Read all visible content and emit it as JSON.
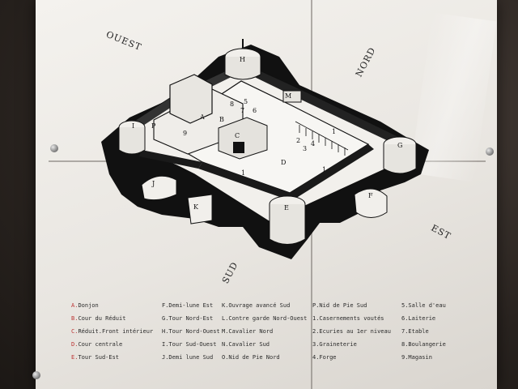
{
  "compass": {
    "west": "OUEST",
    "north": "NORD",
    "east": "EST",
    "south": "SUD"
  },
  "plan_labels": {
    "A": "A",
    "B": "B",
    "C": "C",
    "D": "D",
    "E": "E",
    "F": "F",
    "G": "G",
    "H": "H",
    "I": "I",
    "J": "J",
    "K": "K",
    "M": "M",
    "P": "P",
    "n1a": "1",
    "n1b": "1",
    "n1c": "1",
    "n2": "2",
    "n3": "3",
    "n4": "4",
    "n5": "5",
    "n6": "6",
    "n7": "7",
    "n8": "8",
    "n9": "9"
  },
  "legend": {
    "col1": [
      "A.Donjon",
      "B.Cour du Réduit",
      "C.Réduit.Front intérieur",
      "D.Cour centrale",
      "E.Tour Sud-Est"
    ],
    "col2": [
      "F.Demi-lune Est",
      "G.Tour Nord-Est",
      "H.Tour Nord-Ouest",
      "I.Tour Sud-Ouest",
      "J.Demi lune Sud"
    ],
    "col3": [
      "K.Ouvrage avancé Sud",
      "L.Contre garde Nord-Ouest",
      "M.Cavalier Nord",
      "N.Cavalier Sud",
      "O.Nid de Pie Nord"
    ],
    "col4": [
      "P.Nid de Pie Sud",
      "1.Casernements voutés",
      "2.Ecuries au 1er niveau",
      "3.Graineterie",
      "4.Forge"
    ],
    "col5": [
      "5.Salle d'eau",
      "6.Laiterie",
      "7.Etable",
      "8.Boulangerie",
      "9.Magasin"
    ]
  }
}
